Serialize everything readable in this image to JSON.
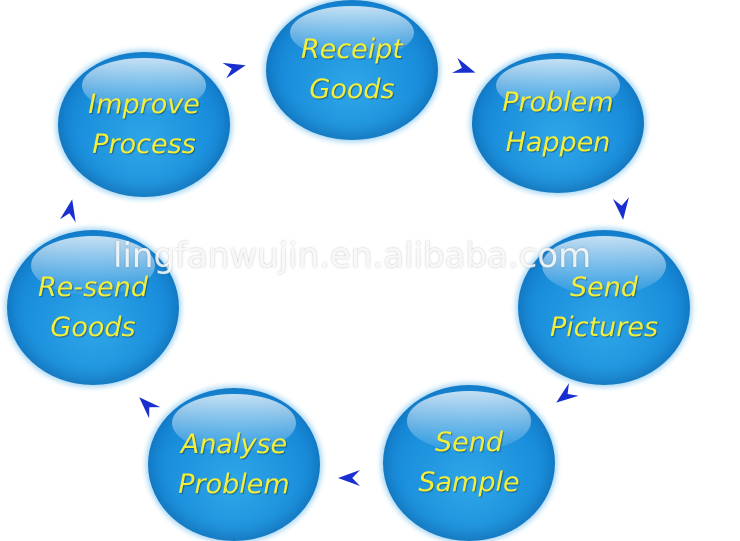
{
  "nodes": [
    {
      "id": "receipt-goods",
      "lines": [
        "Receipt",
        "Goods"
      ]
    },
    {
      "id": "problem-happen",
      "lines": [
        "Problem",
        "Happen"
      ]
    },
    {
      "id": "send-pictures",
      "lines": [
        "Send",
        "Pictures"
      ]
    },
    {
      "id": "send-sample",
      "lines": [
        "Send",
        "Sample"
      ]
    },
    {
      "id": "analyse-problem",
      "lines": [
        "Analyse",
        "Problem"
      ]
    },
    {
      "id": "re-send-goods",
      "lines": [
        "Re-send",
        "Goods"
      ]
    },
    {
      "id": "improve-process",
      "lines": [
        "Improve",
        "Process"
      ]
    }
  ],
  "edges": [
    {
      "from": "receipt-goods",
      "to": "problem-happen"
    },
    {
      "from": "problem-happen",
      "to": "send-pictures"
    },
    {
      "from": "send-pictures",
      "to": "send-sample"
    },
    {
      "from": "send-sample",
      "to": "analyse-problem"
    },
    {
      "from": "analyse-problem",
      "to": "re-send-goods"
    },
    {
      "from": "re-send-goods",
      "to": "improve-process"
    },
    {
      "from": "improve-process",
      "to": "receipt-goods"
    }
  ],
  "colors": {
    "node_fill": "#1a8edb",
    "node_text": "#f2ee3a",
    "arrow": "#1a2fd0"
  },
  "watermark": "lingfanwujin.en.alibaba.com"
}
